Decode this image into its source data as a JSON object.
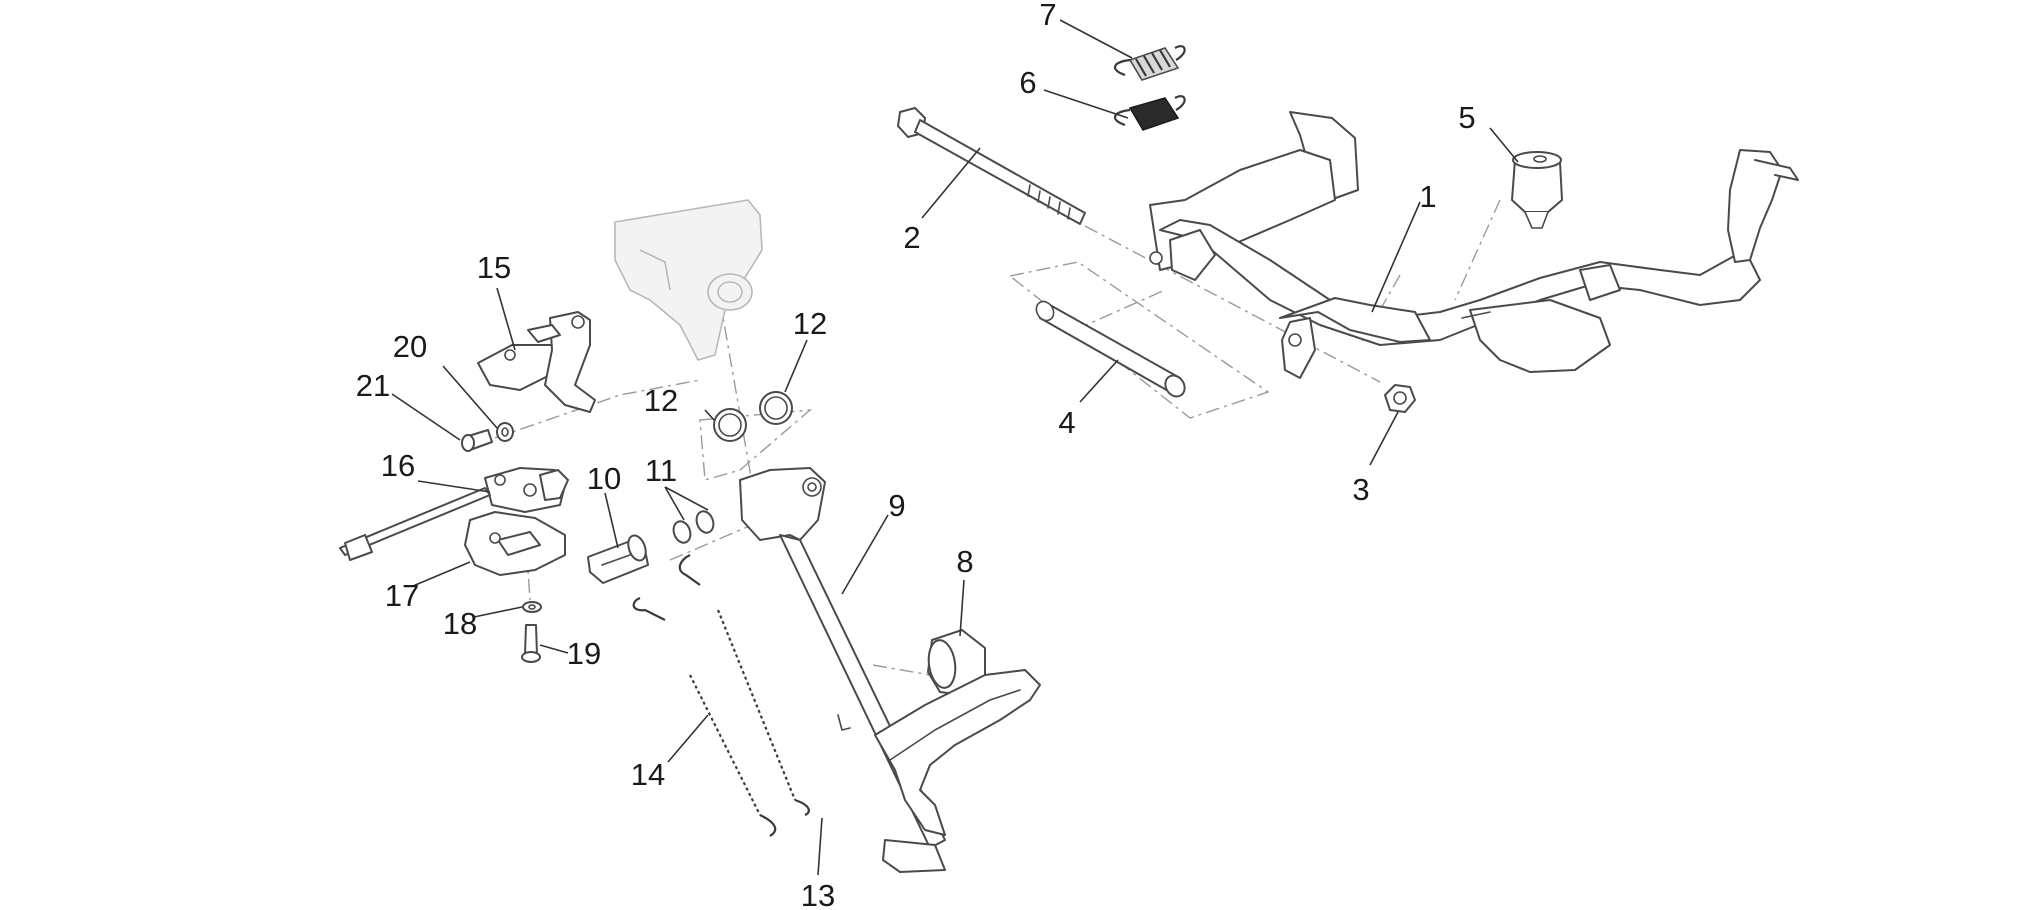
{
  "diagram": {
    "callouts": [
      {
        "id": "c1",
        "label": "1"
      },
      {
        "id": "c2",
        "label": "2"
      },
      {
        "id": "c3",
        "label": "3"
      },
      {
        "id": "c4",
        "label": "4"
      },
      {
        "id": "c5",
        "label": "5"
      },
      {
        "id": "c6",
        "label": "6"
      },
      {
        "id": "c7",
        "label": "7"
      },
      {
        "id": "c8",
        "label": "8"
      },
      {
        "id": "c9",
        "label": "9"
      },
      {
        "id": "c10",
        "label": "10"
      },
      {
        "id": "c11",
        "label": "11"
      },
      {
        "id": "c12a",
        "label": "12"
      },
      {
        "id": "c12b",
        "label": "12"
      },
      {
        "id": "c13",
        "label": "13"
      },
      {
        "id": "c14",
        "label": "14"
      },
      {
        "id": "c15",
        "label": "15"
      },
      {
        "id": "c16",
        "label": "16"
      },
      {
        "id": "c17",
        "label": "17"
      },
      {
        "id": "c18",
        "label": "18"
      },
      {
        "id": "c19",
        "label": "19"
      },
      {
        "id": "c20",
        "label": "20"
      },
      {
        "id": "c21",
        "label": "21"
      }
    ],
    "colors": {
      "line": "#4a4a4a",
      "ghost": "#b8b8b8",
      "spring_dark": "#2a2a2a",
      "background": "#ffffff"
    }
  }
}
